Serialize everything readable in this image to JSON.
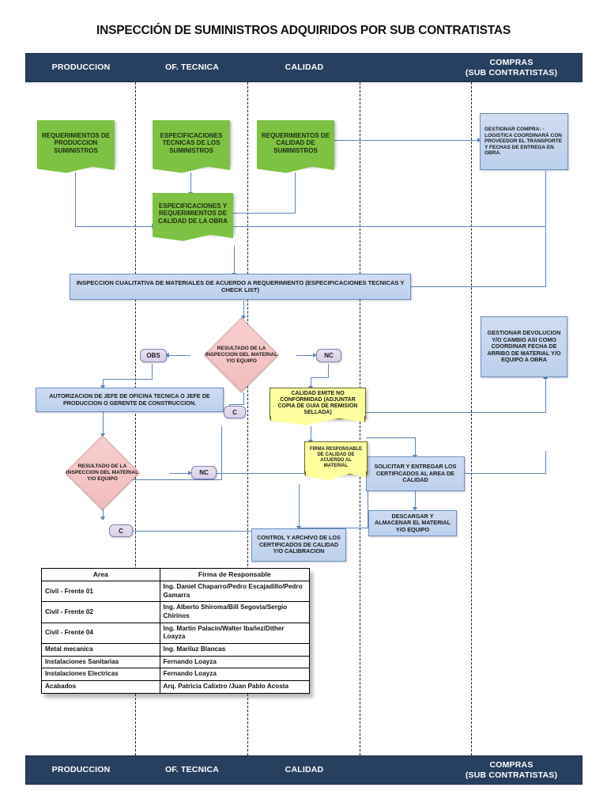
{
  "title": "INSPECCIÓN DE SUMINISTROS ADQUIRIDOS POR SUB CONTRATISTAS",
  "lanes": [
    {
      "label": "PRODUCCION"
    },
    {
      "label": "OF. TECNICA"
    },
    {
      "label": "CALIDAD"
    },
    {
      "label": "COMPRAS\n(SUB CONTRATISTAS)"
    }
  ],
  "lane_labels": {
    "produccion": "PRODUCCION",
    "of_tecnica": "OF. TECNICA",
    "calidad": "CALIDAD",
    "compras_l1": "COMPRAS",
    "compras_l2": "(SUB CONTRATISTAS)"
  },
  "nodes": {
    "req_produccion": "REQUERIMIENTOS DE PRODUCCION SUMINISTROS",
    "esp_tecnicas": "ESPECIFICACIONES TECNICAS DE LOS SUMINISTROS",
    "req_calidad": "REQUERIMIENTOS DE CALIDAD DE SUMINISTROS",
    "esp_req_calidad_obra": "ESPECIFICACIONES Y REQUERIMIENTOS DE CALIDAD DE LA OBRA",
    "gestionar_compra": "GESTIONAR COMPRA: - LOGISTICA COORDINARÁ CON PROVEEDOR EL TRANSPORTE Y FECHAS DE ENTREGA EN OBRA.",
    "inspeccion_cualitativa": "INSPECCION   CUALITATIVA  DE MATERIALES DE ACUERDO A REQUERIMIENTO (ESPECIFICACIONES TECNICAS  Y  CHECK  LIST)",
    "decision_1": "RESULTADO DE LA INSPECCION DEL MATERIAL Y/O EQUIPO",
    "decision_2": "RESULTADO DE LA INSPECCION DEL MATERIAL Y/O EQUIPO",
    "gestionar_devolucion": "GESTIONAR DEVOLUCION Y/O CAMBIO ASI COMO COORDINAR FECHA DE ARRIBO DE MATERIAL Y/O EQUIPO A OBRA",
    "autorizacion": "AUTORIZACION DE JEFE DE OFICINA TECNICA O JEFE DE PRODUCCION O GERENTE DE CONSTRUCCION.",
    "calidad_no_conformidad": "CALIDAD EMITE NO CONFORMIDAD (ADJUNTAR COPIA DE GUIA DE REMISION SELLADA)",
    "firma_responsable": "FIRMA RESPONSABLE DE CALIDAD DE ACUERDO AL MATERIAL",
    "solicitar_certificados": "SOLICITAR Y ENTREGAR LOS CERTIFICADOS AL AREA  DE CALIDAD",
    "descargar_almacenar": "DESCARGAR Y ALMACENAR EL MATERIAL  Y/O  EQUIPO",
    "control_archivo": "CONTROL Y ARCHIVO DE LOS CERTIFICADOS DE CALIDAD Y/O CALIBRACION"
  },
  "connectors": {
    "obs": "OBS",
    "nc_1": "NC",
    "nc_2": "NC",
    "c_1": "C",
    "c_2": "C"
  },
  "table": {
    "headers": [
      "Area",
      "Firma de Responsable"
    ],
    "rows": [
      {
        "area": "Civil - Frente 01",
        "firma": "Ing. Daniel Chaparro/Pedro Escajadillo/Pedro Gamarra"
      },
      {
        "area": "Civil - Frente 02",
        "firma": "Ing. Alberto Shiroma/Bill Segovia/Sergio Chirinos"
      },
      {
        "area": "Civil -  Frente 04",
        "firma": "Ing. Martin Palacin/Walter Ibañez/Dither Loayza"
      },
      {
        "area": "Metal mecanica",
        "firma": "Ing. Mariluz Blancas"
      },
      {
        "area": "Instalaciones Sanitarias",
        "firma": "Fernando Loayza"
      },
      {
        "area": "Instalaciones Electricas",
        "firma": "Fernando Loayza"
      },
      {
        "area": "Acabados",
        "firma": "Arq. Patricia Calixtro /Juan Pablo Acosta"
      }
    ]
  },
  "colors": {
    "lane_bar": "#28405f",
    "green_doc": "#7dc242",
    "blue_process": "#bcd0ec",
    "pink_diamond": "#f2bcbc",
    "yellow_doc": "#ffffa0",
    "connector_line": "#5b86ba",
    "pill": "#d7cfe8"
  }
}
